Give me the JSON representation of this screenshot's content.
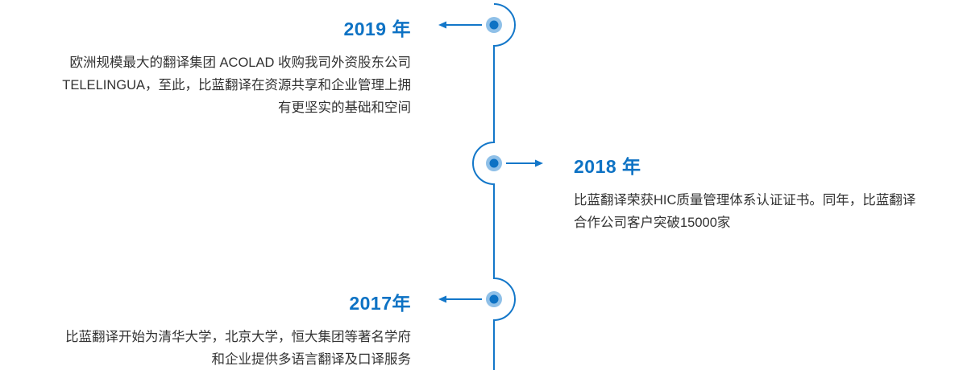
{
  "page": {
    "background": "#ffffff"
  },
  "timeline": {
    "accent_color": "#0d72c4",
    "line_color": "#1377c9",
    "node_core_color": "#0d72c4",
    "node_halo_color": "#8fc0e8",
    "text_color": "#333333",
    "items": [
      {
        "year": "2019 年",
        "side": "left",
        "lines": [
          "欧洲规模最大的翻译集团 ACOLAD 收购我司外资股东公司",
          "TELELINGUA，至此，比蓝翻译在资源共享和企业管理上拥",
          "有更坚实的基础和空间"
        ]
      },
      {
        "year": "2018 年",
        "side": "right",
        "lines": [
          "比蓝翻译荣获HIC质量管理体系认证证书。同年，比蓝翻译",
          "合作公司客户突破15000家"
        ]
      },
      {
        "year": "2017年",
        "side": "left",
        "lines": [
          "比蓝翻译开始为清华大学，北京大学，恒大集团等著名学府",
          "和企业提供多语言翻译及口译服务"
        ]
      }
    ]
  }
}
